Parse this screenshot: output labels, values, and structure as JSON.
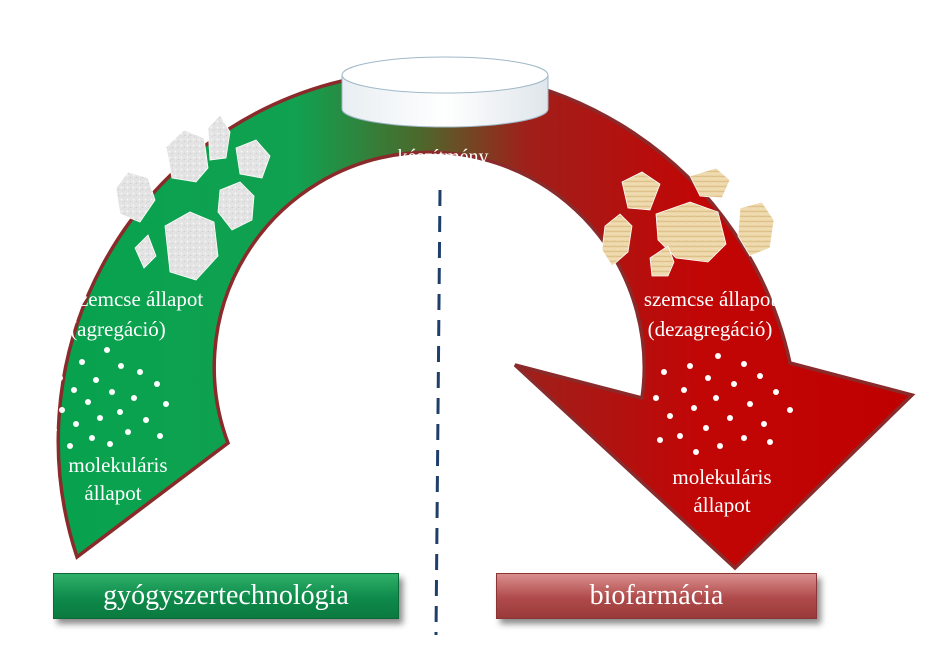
{
  "diagram": {
    "center_label": "készítmény",
    "left": {
      "particle_label_line1": "szemcse állapot",
      "particle_label_line2": "(agregáció)",
      "molecular_label_line1": "molekuláris",
      "molecular_label_line2": "állapot",
      "box_label": "gyógyszertechnológia"
    },
    "right": {
      "particle_label_line1": "szemcse állapot",
      "particle_label_line2": "(dezagregáció)",
      "molecular_label_line1": "molekuláris",
      "molecular_label_line2": "állapot",
      "box_label": "biofarmácia"
    }
  },
  "colors": {
    "arc_green": "#0aa450",
    "arc_red": "#c00000",
    "arc_outline": "#8b2a2a",
    "left_box": "#0e8a4a",
    "right_box": "#b04a4a",
    "dashed_line": "#1f3f6a",
    "aggregate_particles": "#e6e6e6",
    "disaggregated_particles": "#e9cf9a"
  }
}
